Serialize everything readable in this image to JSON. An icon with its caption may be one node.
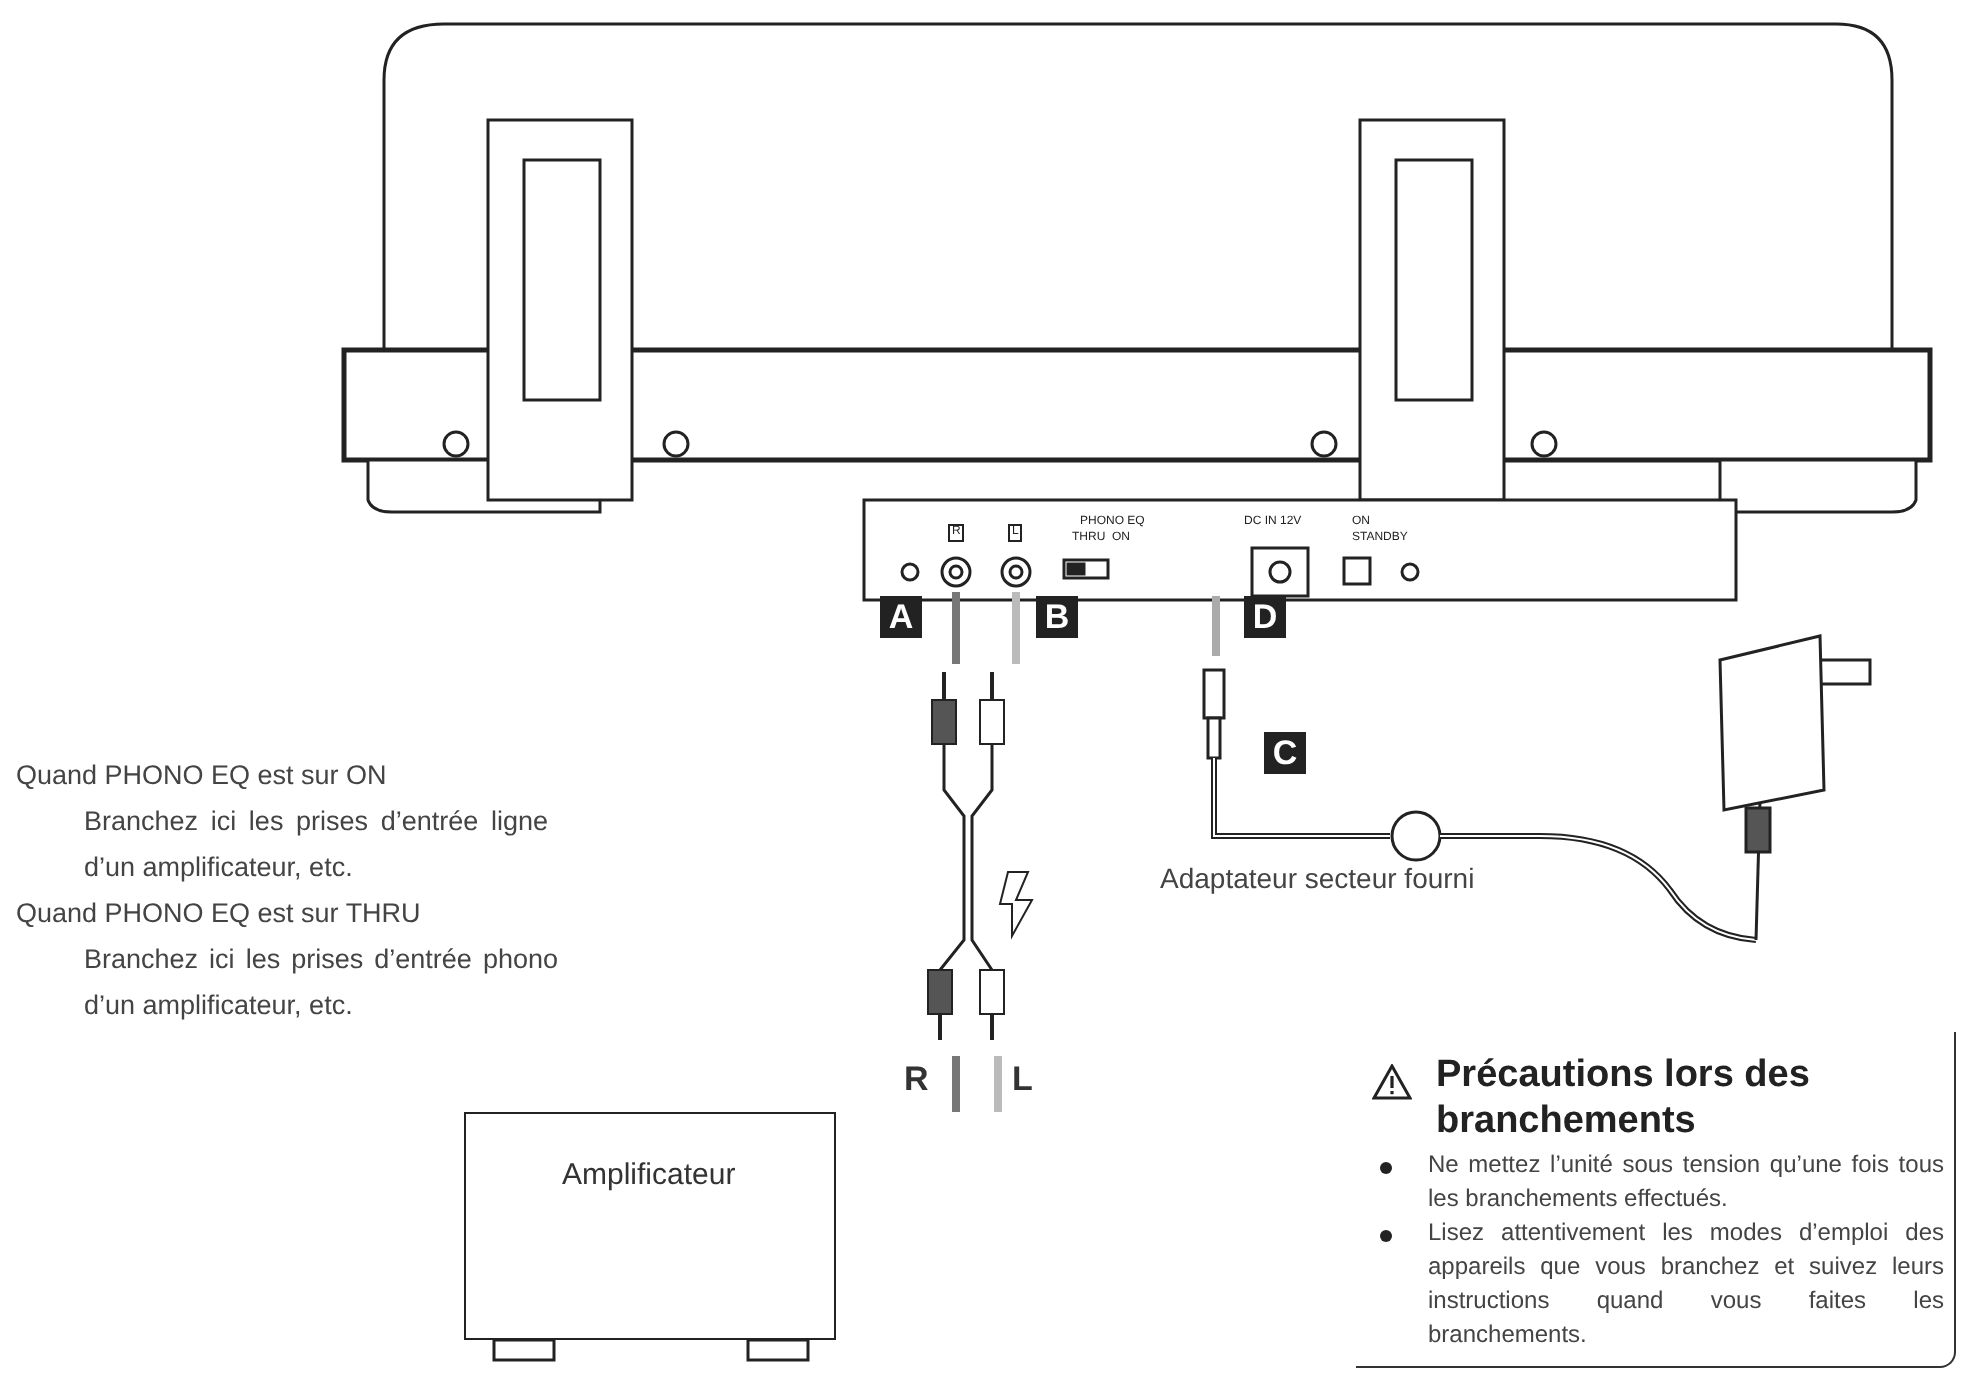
{
  "diagram": {
    "nodes": [
      {
        "text": [
          "Amplificateur"
        ]
      },
      {
        "text": [
          "Précautions lors des branchements",
          "Ne mettez l’unité sous tension qu’une fois tous les branchements effectués.",
          "Lisez attentivement les modes d’emploi des appareils que vous branchez et suivez leurs instructions quand vous faites les branchements."
        ]
      }
    ],
    "labels": [
      "R",
      "L",
      "PHONO EQ",
      "THRU",
      "ON",
      "DC IN 12V",
      "ON",
      "STANDBY",
      "A",
      "B",
      "D",
      "C",
      "Quand PHONO EQ est sur ON",
      "Branchez ici les prises d’entrée ligne d’un amplificateur, etc.",
      "Quand PHONO EQ est sur THRU",
      "Branchez ici les prises d’entrée phono d’un amplificateur, etc.",
      "Adaptateur secteur fourni",
      "R",
      "L"
    ]
  }
}
